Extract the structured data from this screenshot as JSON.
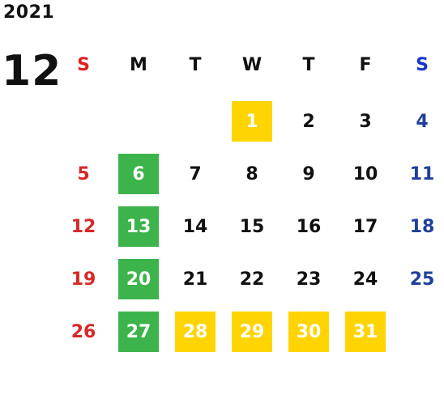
{
  "calendar": {
    "year": "2021",
    "month": "12",
    "weekdays": [
      "S",
      "M",
      "T",
      "W",
      "T",
      "F",
      "S"
    ],
    "colors": {
      "sunday": "#d62828",
      "saturday": "#1f3f9c",
      "green_highlight": "#3cb44b",
      "yellow_highlight": "#ffd400"
    },
    "weeks": [
      [
        null,
        null,
        null,
        {
          "d": "1",
          "hl": "yellow"
        },
        {
          "d": "2"
        },
        {
          "d": "3"
        },
        {
          "d": "4"
        }
      ],
      [
        {
          "d": "5"
        },
        {
          "d": "6",
          "hl": "green"
        },
        {
          "d": "7"
        },
        {
          "d": "8"
        },
        {
          "d": "9"
        },
        {
          "d": "10"
        },
        {
          "d": "11"
        }
      ],
      [
        {
          "d": "12"
        },
        {
          "d": "13",
          "hl": "green"
        },
        {
          "d": "14"
        },
        {
          "d": "15"
        },
        {
          "d": "16"
        },
        {
          "d": "17"
        },
        {
          "d": "18"
        }
      ],
      [
        {
          "d": "19"
        },
        {
          "d": "20",
          "hl": "green"
        },
        {
          "d": "21"
        },
        {
          "d": "22"
        },
        {
          "d": "23"
        },
        {
          "d": "24"
        },
        {
          "d": "25"
        }
      ],
      [
        {
          "d": "26"
        },
        {
          "d": "27",
          "hl": "green"
        },
        {
          "d": "28",
          "hl": "yellow"
        },
        {
          "d": "29",
          "hl": "yellow"
        },
        {
          "d": "30",
          "hl": "yellow"
        },
        {
          "d": "31",
          "hl": "yellow"
        },
        null
      ]
    ]
  }
}
